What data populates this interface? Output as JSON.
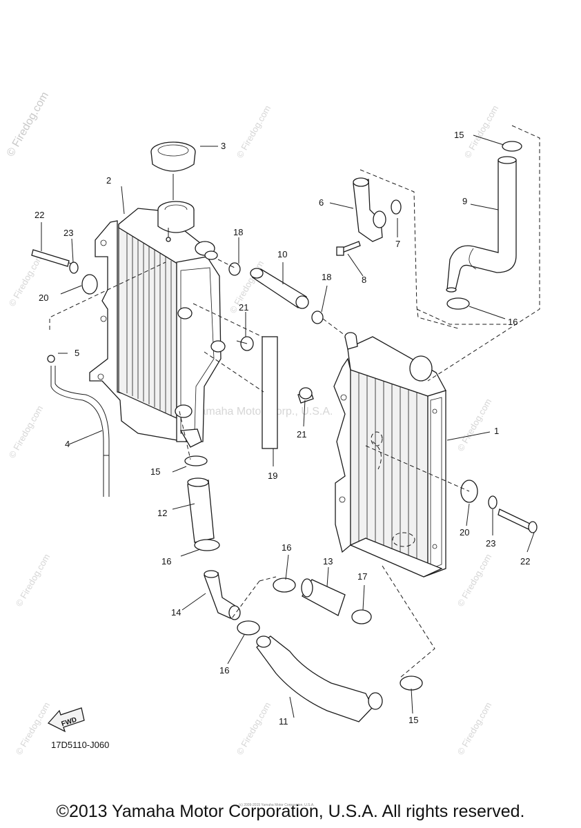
{
  "watermark": {
    "text": "© Firedog.com",
    "center_text": "Yamaha Motor Corp., U.S.A.",
    "tiny_text": "(c) 2009-2015 Yamaha Motor Corporation, U.S.A."
  },
  "callouts": {
    "p1": "1",
    "p2": "2",
    "p3": "3",
    "p4": "4",
    "p5": "5",
    "p6": "6",
    "p7": "7",
    "p8": "8",
    "p9": "9",
    "p10": "10",
    "p11": "11",
    "p12": "12",
    "p13": "13",
    "p14": "14",
    "p15a": "15",
    "p15b": "15",
    "p15c": "15",
    "p16a": "16",
    "p16b": "16",
    "p16c": "16",
    "p16d": "16",
    "p17": "17",
    "p18a": "18",
    "p18b": "18",
    "p19": "19",
    "p20a": "20",
    "p20b": "20",
    "p21a": "21",
    "p21b": "21",
    "p22a": "22",
    "p22b": "22",
    "p23a": "23",
    "p23b": "23"
  },
  "fwd_label": "FWD",
  "diagram_code": "17D5110-J060",
  "copyright": "©2013 Yamaha Motor Corporation, U.S.A. All rights reserved."
}
